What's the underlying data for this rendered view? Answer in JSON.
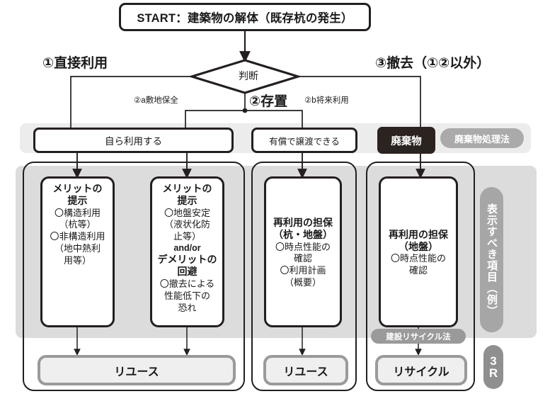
{
  "start": {
    "label": "START：建築物の解体（既存杭の発生）"
  },
  "decision": {
    "label": "判断"
  },
  "branches": {
    "direct_use": "①直接利用",
    "removal": "③撤去（①②以外）",
    "retain": "②存置",
    "site_preservation": "②a敷地保全",
    "future_use": "②b将来利用"
  },
  "status_row": {
    "self_use": "自ら利用する",
    "sell": "有償で譲渡できる",
    "waste": "廃棄物",
    "waste_law": "廃棄物処理法"
  },
  "detail_boxes": [
    {
      "title_line1": "メリットの",
      "title_line2": "提示",
      "items": [
        "〇構造利用",
        "（杭等）",
        "〇非構造利用",
        "（地中熱利",
        "用等）"
      ]
    },
    {
      "title_line1": "メリットの",
      "title_line2": "提示",
      "items": [
        "〇地盤安定",
        "（液状化防",
        "止等）"
      ],
      "andor": "and/or",
      "title2_line1": "デメリットの",
      "title2_line2": "回避",
      "items2": [
        "〇撤去による",
        "性能低下の",
        "恐れ"
      ]
    },
    {
      "title_line1": "再利用の担保",
      "title_line2": "（杭・地盤）",
      "items": [
        "〇時点性能の",
        "確認",
        "〇利用計画",
        "（概要）"
      ]
    },
    {
      "title_line1": "再利用の担保",
      "title_line2": "（地盤）",
      "items": [
        "〇時点性能の",
        "確認"
      ]
    }
  ],
  "outcomes": {
    "reuse_1": "リユース",
    "reuse_2": "リユース",
    "recycle": "リサイクル",
    "construction_recycle_law": "建設リサイクル法"
  },
  "side": {
    "vertical_label": "表示すべき項目（例）",
    "badge_line1": "3",
    "badge_line2": "R"
  },
  "colors": {
    "ink": "#231f1e",
    "waste_fill": "#2b2320",
    "pill_gray": "#aaaaaa",
    "band_light": "#ececec",
    "band_mid": "#dcdcdc",
    "outcome_border": "#9a9a9a",
    "outcome_fill": "#efefef"
  }
}
